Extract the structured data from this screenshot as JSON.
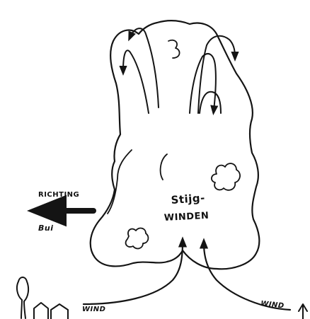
{
  "labels": {
    "rising_winds_line1": "Stijg-",
    "rising_winds_line2": "WINDEN",
    "direction_line1": "RICHTING",
    "direction_line2": "Bui",
    "wind_left": "WIND",
    "wind_right": "WIND"
  },
  "colors": {
    "ink": "#141414",
    "paper": "#ffffff"
  }
}
